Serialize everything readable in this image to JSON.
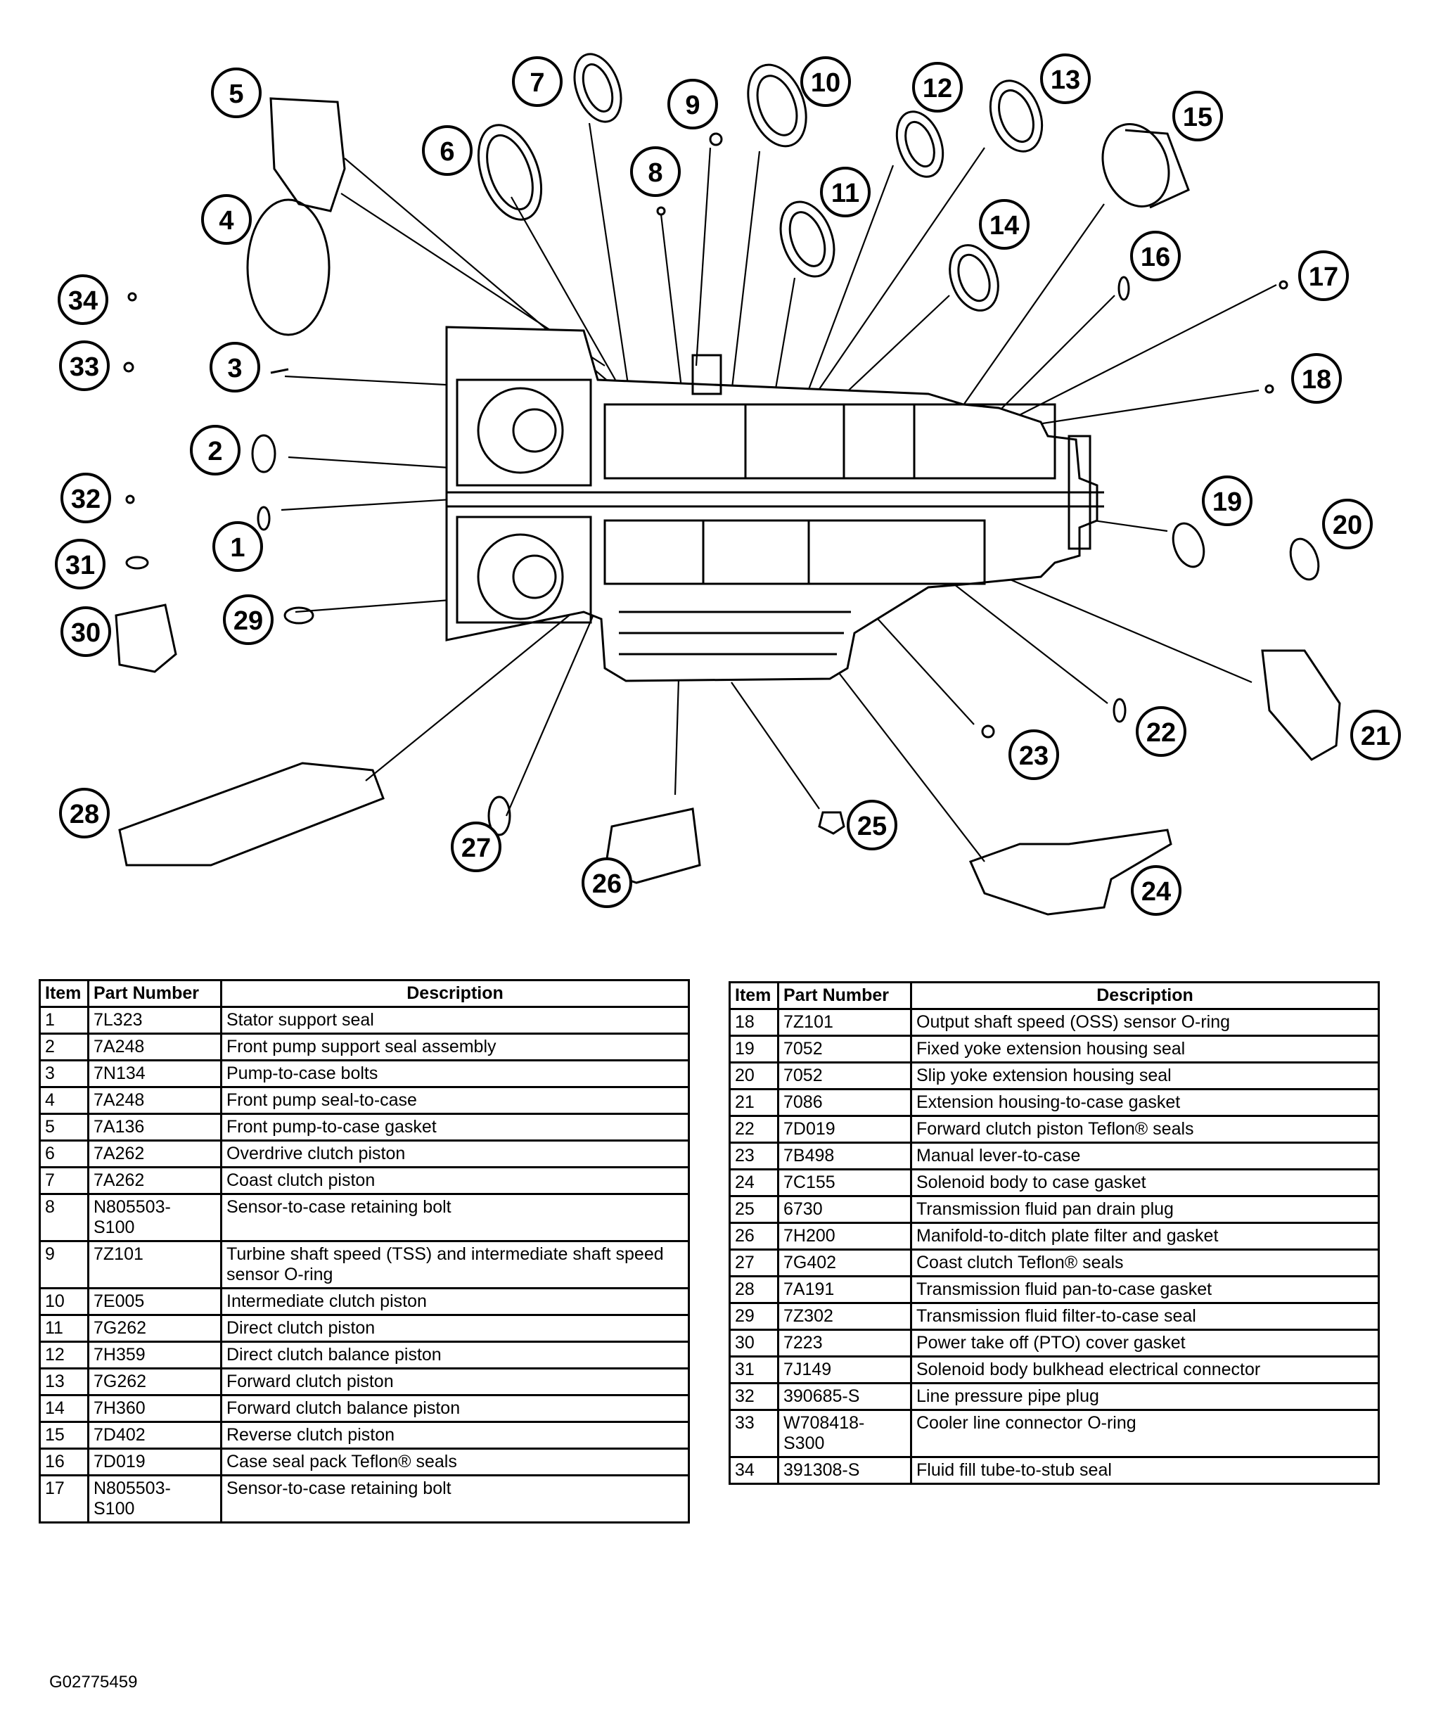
{
  "figure_id": "G02775459",
  "callout_labels": [
    "1",
    "2",
    "3",
    "4",
    "5",
    "6",
    "7",
    "8",
    "9",
    "10",
    "11",
    "12",
    "13",
    "14",
    "15",
    "16",
    "17",
    "18",
    "19",
    "20",
    "21",
    "22",
    "23",
    "24",
    "25",
    "26",
    "27",
    "28",
    "29",
    "30",
    "31",
    "32",
    "33",
    "34"
  ],
  "table_headers": {
    "item": "Item",
    "part_number": "Part Number",
    "description": "Description"
  },
  "parts_left": [
    {
      "item": "1",
      "pn": "7L323",
      "desc": "Stator support seal"
    },
    {
      "item": "2",
      "pn": "7A248",
      "desc": "Front pump support seal assembly"
    },
    {
      "item": "3",
      "pn": "7N134",
      "desc": "Pump-to-case bolts"
    },
    {
      "item": "4",
      "pn": "7A248",
      "desc": "Front pump seal-to-case"
    },
    {
      "item": "5",
      "pn": "7A136",
      "desc": "Front pump-to-case gasket"
    },
    {
      "item": "6",
      "pn": "7A262",
      "desc": "Overdrive clutch piston"
    },
    {
      "item": "7",
      "pn": "7A262",
      "desc": "Coast clutch piston"
    },
    {
      "item": "8",
      "pn": "N805503-\nS100",
      "desc": "Sensor-to-case retaining bolt"
    },
    {
      "item": "9",
      "pn": "7Z101",
      "desc": "Turbine shaft speed (TSS) and intermediate shaft speed sensor O-ring"
    },
    {
      "item": "10",
      "pn": "7E005",
      "desc": "Intermediate clutch piston"
    },
    {
      "item": "11",
      "pn": "7G262",
      "desc": "Direct clutch piston"
    },
    {
      "item": "12",
      "pn": "7H359",
      "desc": "Direct clutch balance piston"
    },
    {
      "item": "13",
      "pn": "7G262",
      "desc": "Forward clutch piston"
    },
    {
      "item": "14",
      "pn": "7H360",
      "desc": "Forward clutch balance piston"
    },
    {
      "item": "15",
      "pn": "7D402",
      "desc": "Reverse clutch piston"
    },
    {
      "item": "16",
      "pn": "7D019",
      "desc": "Case seal pack Teflon® seals"
    },
    {
      "item": "17",
      "pn": "N805503-\nS100",
      "desc": "Sensor-to-case retaining bolt"
    }
  ],
  "parts_right": [
    {
      "item": "18",
      "pn": "7Z101",
      "desc": "Output shaft speed (OSS) sensor O-ring"
    },
    {
      "item": "19",
      "pn": "7052",
      "desc": "Fixed yoke extension housing seal"
    },
    {
      "item": "20",
      "pn": "7052",
      "desc": "Slip yoke extension housing seal"
    },
    {
      "item": "21",
      "pn": "7086",
      "desc": "Extension housing-to-case gasket"
    },
    {
      "item": "22",
      "pn": "7D019",
      "desc": "Forward clutch piston Teflon® seals"
    },
    {
      "item": "23",
      "pn": "7B498",
      "desc": "Manual lever-to-case"
    },
    {
      "item": "24",
      "pn": "7C155",
      "desc": "Solenoid body to case gasket"
    },
    {
      "item": "25",
      "pn": "6730",
      "desc": "Transmission fluid pan drain plug"
    },
    {
      "item": "26",
      "pn": "7H200",
      "desc": "Manifold-to-ditch plate filter and gasket"
    },
    {
      "item": "27",
      "pn": "7G402",
      "desc": "Coast clutch Teflon® seals"
    },
    {
      "item": "28",
      "pn": "7A191",
      "desc": "Transmission fluid pan-to-case gasket"
    },
    {
      "item": "29",
      "pn": "7Z302",
      "desc": "Transmission fluid filter-to-case seal"
    },
    {
      "item": "30",
      "pn": "7223",
      "desc": "Power take off (PTO) cover gasket"
    },
    {
      "item": "31",
      "pn": "7J149",
      "desc": "Solenoid body bulkhead electrical connector"
    },
    {
      "item": "32",
      "pn": "390685-S",
      "desc": "Line pressure pipe plug"
    },
    {
      "item": "33",
      "pn": "W708418-\nS300",
      "desc": "Cooler line connector O-ring"
    },
    {
      "item": "34",
      "pn": "391308-S",
      "desc": "Fluid fill tube-to-stub seal"
    }
  ]
}
